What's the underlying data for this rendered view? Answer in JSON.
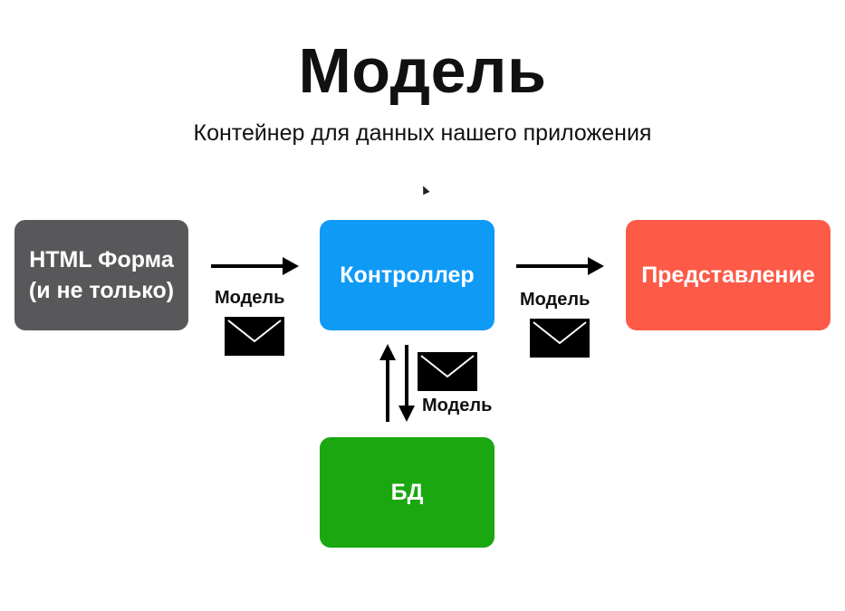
{
  "title": "Модель",
  "subtitle": "Контейнер для данных нашего приложения",
  "nodes": {
    "form": {
      "line1": "HTML Форма",
      "line2": "(и не только)",
      "color": "#58575a"
    },
    "controller": {
      "label": "Контроллер",
      "color": "#0f9af6"
    },
    "view": {
      "label": "Представление",
      "color": "#fd5a47"
    },
    "db": {
      "label": "БД",
      "color": "#1aa710"
    }
  },
  "edge_labels": {
    "form_to_controller": "Модель",
    "controller_to_view": "Модель",
    "controller_db": "Модель"
  },
  "icons": [
    "envelope-icon",
    "arrow-icon",
    "cursor-icon"
  ]
}
